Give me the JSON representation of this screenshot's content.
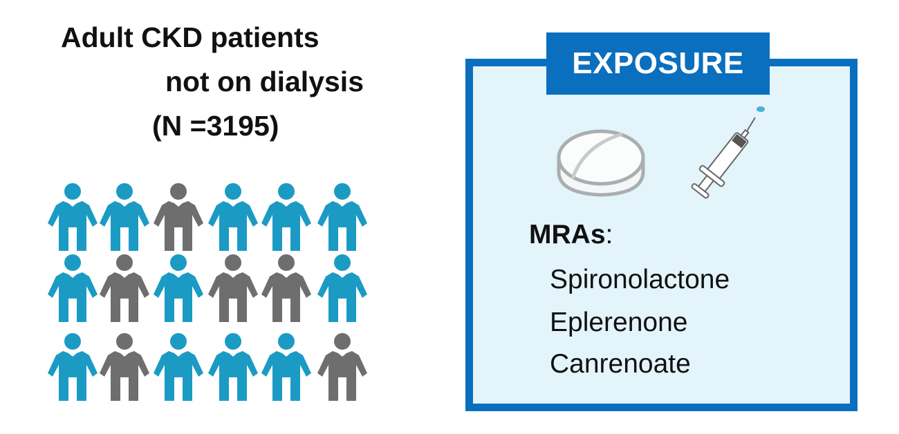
{
  "population": {
    "title_line1": "Adult CKD patients",
    "title_line2": "not on dialysis",
    "title_line3": "(N =3195)",
    "icon_grid": [
      [
        "blue",
        "blue",
        "gray",
        "blue",
        "blue",
        "blue"
      ],
      [
        "blue",
        "gray",
        "blue",
        "gray",
        "gray",
        "blue"
      ],
      [
        "blue",
        "gray",
        "blue",
        "blue",
        "blue",
        "gray"
      ]
    ],
    "colors": {
      "blue": "#1b9bc4",
      "gray": "#6e6e6e"
    }
  },
  "exposure": {
    "heading": "EXPOSURE",
    "icons": [
      "pill-icon",
      "syringe-icon"
    ],
    "class_label": "MRAs",
    "class_suffix": ":",
    "drugs": [
      "Spironolactone",
      "Eplerenone",
      "Canrenoate"
    ],
    "accent_color": "#0a6fbe",
    "fill_color": "#e3f4fb"
  }
}
